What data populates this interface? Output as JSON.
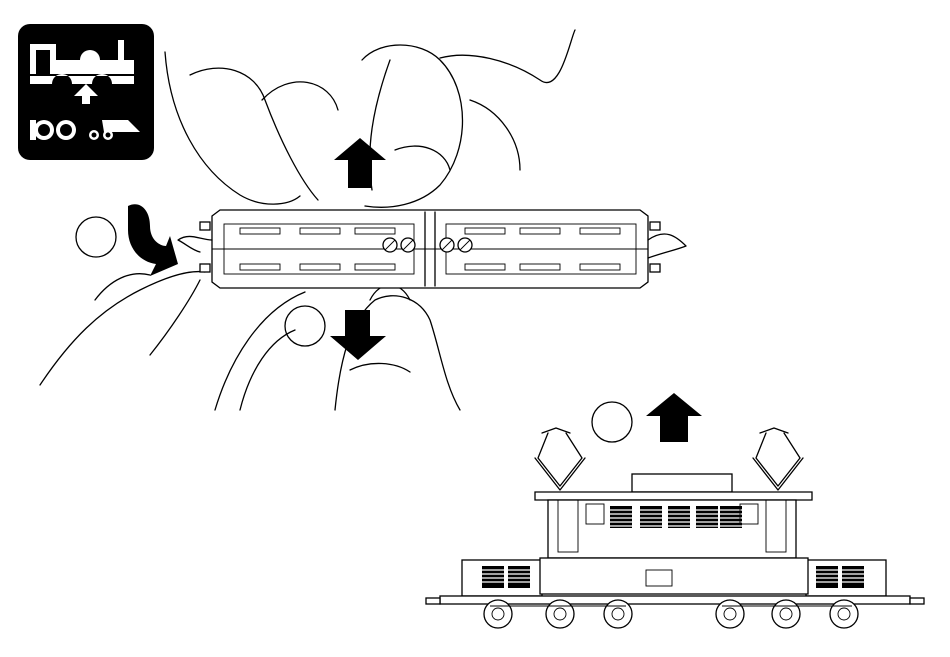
{
  "figure": {
    "icon": "locomotive-body-removal-icon",
    "steps": [
      {
        "id": "step-1",
        "label": ""
      },
      {
        "id": "step-2",
        "label": ""
      },
      {
        "id": "step-3",
        "label": ""
      }
    ],
    "colors": {
      "ink": "#000000",
      "paper": "#ffffff"
    }
  }
}
